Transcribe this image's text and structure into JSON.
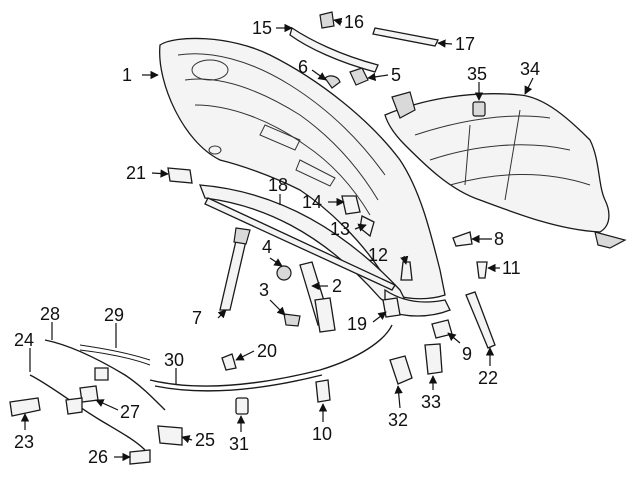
{
  "diagram": {
    "callouts": [
      {
        "id": "c1",
        "label": "1"
      },
      {
        "id": "c2",
        "label": "2"
      },
      {
        "id": "c3",
        "label": "3"
      },
      {
        "id": "c4",
        "label": "4"
      },
      {
        "id": "c5",
        "label": "5"
      },
      {
        "id": "c6",
        "label": "6"
      },
      {
        "id": "c7",
        "label": "7"
      },
      {
        "id": "c8",
        "label": "8"
      },
      {
        "id": "c9",
        "label": "9"
      },
      {
        "id": "c10",
        "label": "10"
      },
      {
        "id": "c11",
        "label": "11"
      },
      {
        "id": "c12",
        "label": "12"
      },
      {
        "id": "c13",
        "label": "13"
      },
      {
        "id": "c14",
        "label": "14"
      },
      {
        "id": "c15",
        "label": "15"
      },
      {
        "id": "c16",
        "label": "16"
      },
      {
        "id": "c17",
        "label": "17"
      },
      {
        "id": "c18",
        "label": "18"
      },
      {
        "id": "c19",
        "label": "19"
      },
      {
        "id": "c20",
        "label": "20"
      },
      {
        "id": "c21",
        "label": "21"
      },
      {
        "id": "c22",
        "label": "22"
      },
      {
        "id": "c23",
        "label": "23"
      },
      {
        "id": "c24",
        "label": "24"
      },
      {
        "id": "c25",
        "label": "25"
      },
      {
        "id": "c26",
        "label": "26"
      },
      {
        "id": "c27",
        "label": "27"
      },
      {
        "id": "c28",
        "label": "28"
      },
      {
        "id": "c29",
        "label": "29"
      },
      {
        "id": "c30",
        "label": "30"
      },
      {
        "id": "c31",
        "label": "31"
      },
      {
        "id": "c32",
        "label": "32"
      },
      {
        "id": "c33",
        "label": "33"
      },
      {
        "id": "c34",
        "label": "34"
      },
      {
        "id": "c35",
        "label": "35"
      }
    ]
  }
}
